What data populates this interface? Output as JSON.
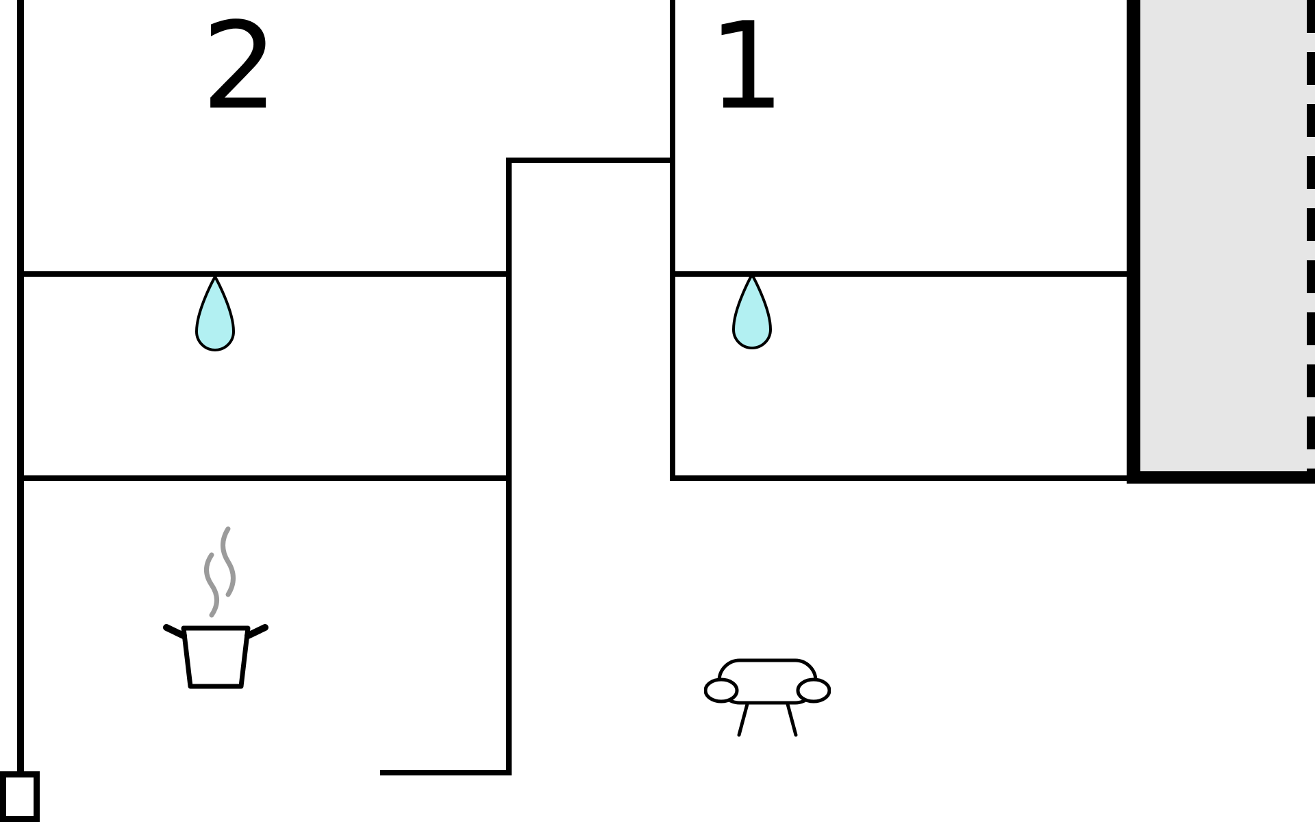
{
  "floorplan": {
    "room_labels": [
      {
        "text": "2"
      },
      {
        "text": "1"
      }
    ],
    "icons": [
      {
        "name": "water-drop-icon",
        "area": "bathroom-left"
      },
      {
        "name": "water-drop-icon",
        "area": "bathroom-right"
      },
      {
        "name": "cooking-pot-steam-icon",
        "area": "kitchen"
      },
      {
        "name": "sofa-icon",
        "area": "living-room"
      }
    ],
    "colors": {
      "wall": "#000000",
      "background": "#ffffff",
      "water_drop_fill": "#b2f0f2",
      "terrace_fill": "#e6e6e6",
      "steam": "#9b9b9b",
      "furniture_fill": "#ffffff"
    }
  }
}
